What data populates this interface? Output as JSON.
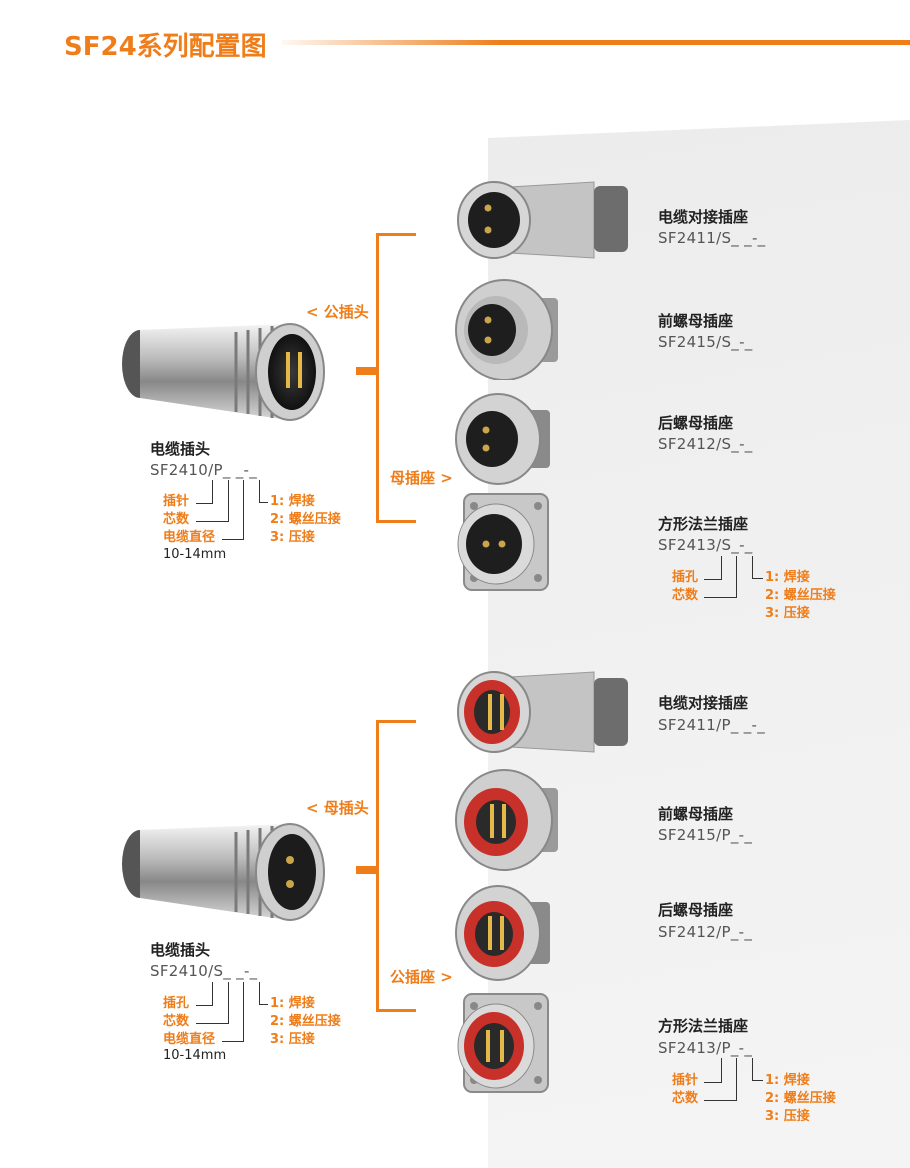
{
  "title": "SF24系列配置图",
  "groups": [
    {
      "plug": {
        "name": "电缆插头",
        "code": "SF2410/P_ _-_",
        "legend_left": [
          "插针",
          "芯数",
          "电缆直径"
        ],
        "cable_range": "10-14mm",
        "legend_right": [
          "1: 焊接",
          "2: 螺丝压接",
          "3: 压接"
        ]
      },
      "branch_top_label": "< 公插头",
      "branch_bottom_label": "母插座 >",
      "receptacles": [
        {
          "name": "电缆对接插座",
          "code": "SF2411/S_ _-_"
        },
        {
          "name": "前螺母插座",
          "code": "SF2415/S_-_"
        },
        {
          "name": "后螺母插座",
          "code": "SF2412/S_-_"
        },
        {
          "name": "方形法兰插座",
          "code": "SF2413/S_-_"
        }
      ],
      "flange_legend_left": [
        "插孔",
        "芯数"
      ],
      "flange_legend_right": [
        "1: 焊接",
        "2: 螺丝压接",
        "3: 压接"
      ]
    },
    {
      "plug": {
        "name": "电缆插头",
        "code": "SF2410/S_ _-_",
        "legend_left": [
          "插孔",
          "芯数",
          "电缆直径"
        ],
        "cable_range": "10-14mm",
        "legend_right": [
          "1: 焊接",
          "2: 螺丝压接",
          "3: 压接"
        ]
      },
      "branch_top_label": "< 母插头",
      "branch_bottom_label": "公插座 >",
      "receptacles": [
        {
          "name": "电缆对接插座",
          "code": "SF2411/P_ _-_"
        },
        {
          "name": "前螺母插座",
          "code": "SF2415/P_-_"
        },
        {
          "name": "后螺母插座",
          "code": "SF2412/P_-_"
        },
        {
          "name": "方形法兰插座",
          "code": "SF2413/P_-_"
        }
      ],
      "flange_legend_left": [
        "插针",
        "芯数"
      ],
      "flange_legend_right": [
        "1: 焊接",
        "2: 螺丝压接",
        "3: 压接"
      ]
    }
  ],
  "colors": {
    "accent": "#ee7d1a",
    "text": "#222222",
    "code_text": "#555555",
    "panel": "#f0f0f0"
  }
}
